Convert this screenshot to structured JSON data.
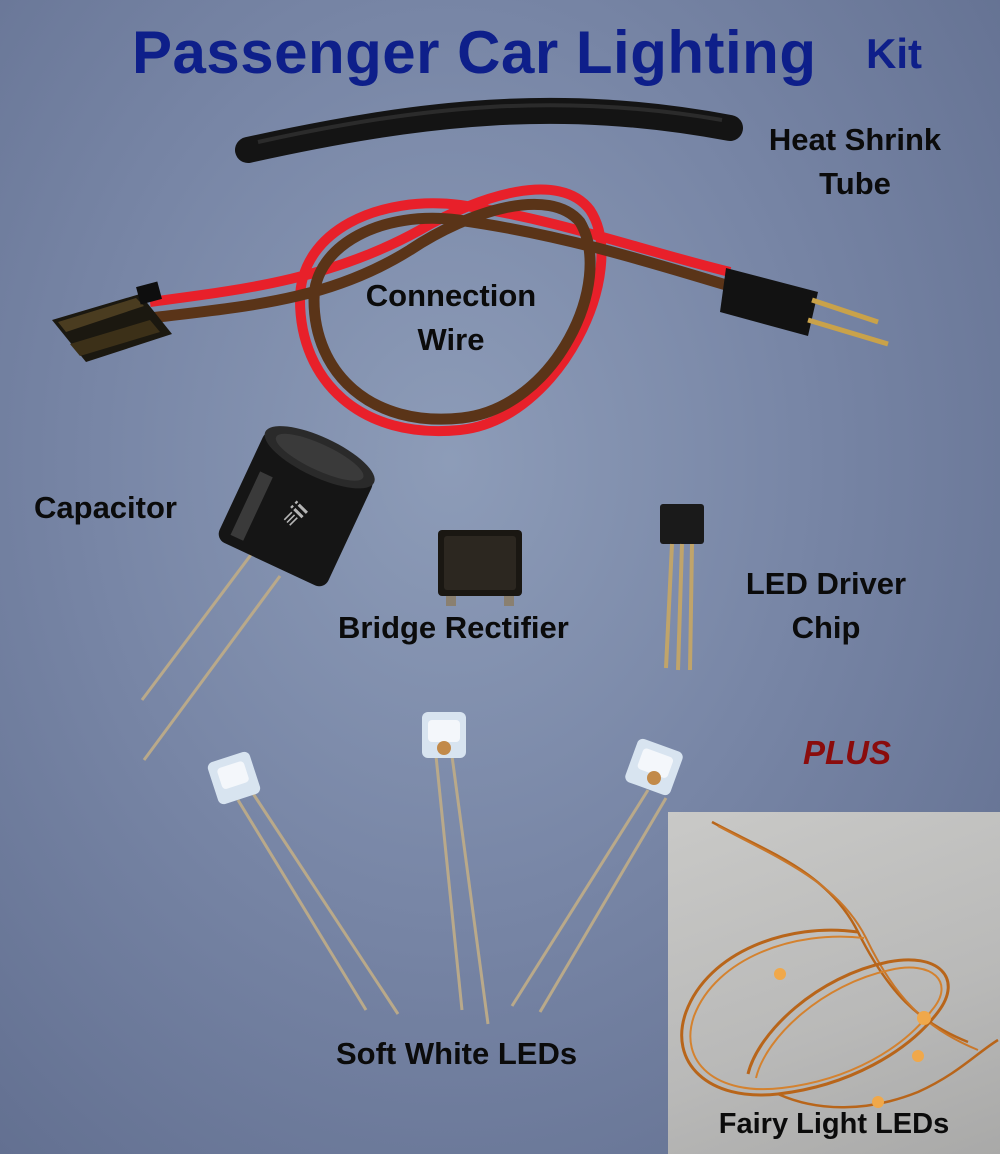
{
  "title": {
    "main": "Passenger Car Lighting",
    "suffix": "Kit"
  },
  "plus": "PLUS",
  "labels": {
    "heat_shrink": [
      "Heat Shrink",
      "Tube"
    ],
    "connection_wire": [
      "Connection",
      "Wire"
    ],
    "capacitor": "Capacitor",
    "bridge_rectifier": "Bridge Rectifier",
    "led_driver": [
      "LED Driver",
      "Chip"
    ],
    "soft_white_leds": "Soft White LEDs",
    "fairy_leds": "Fairy Light LEDs"
  },
  "colors": {
    "background": "#7886a6",
    "title": "#0e1f8a",
    "plus": "#8a0c0c",
    "wire_red": "#e8202a",
    "wire_brown": "#5a3418"
  }
}
